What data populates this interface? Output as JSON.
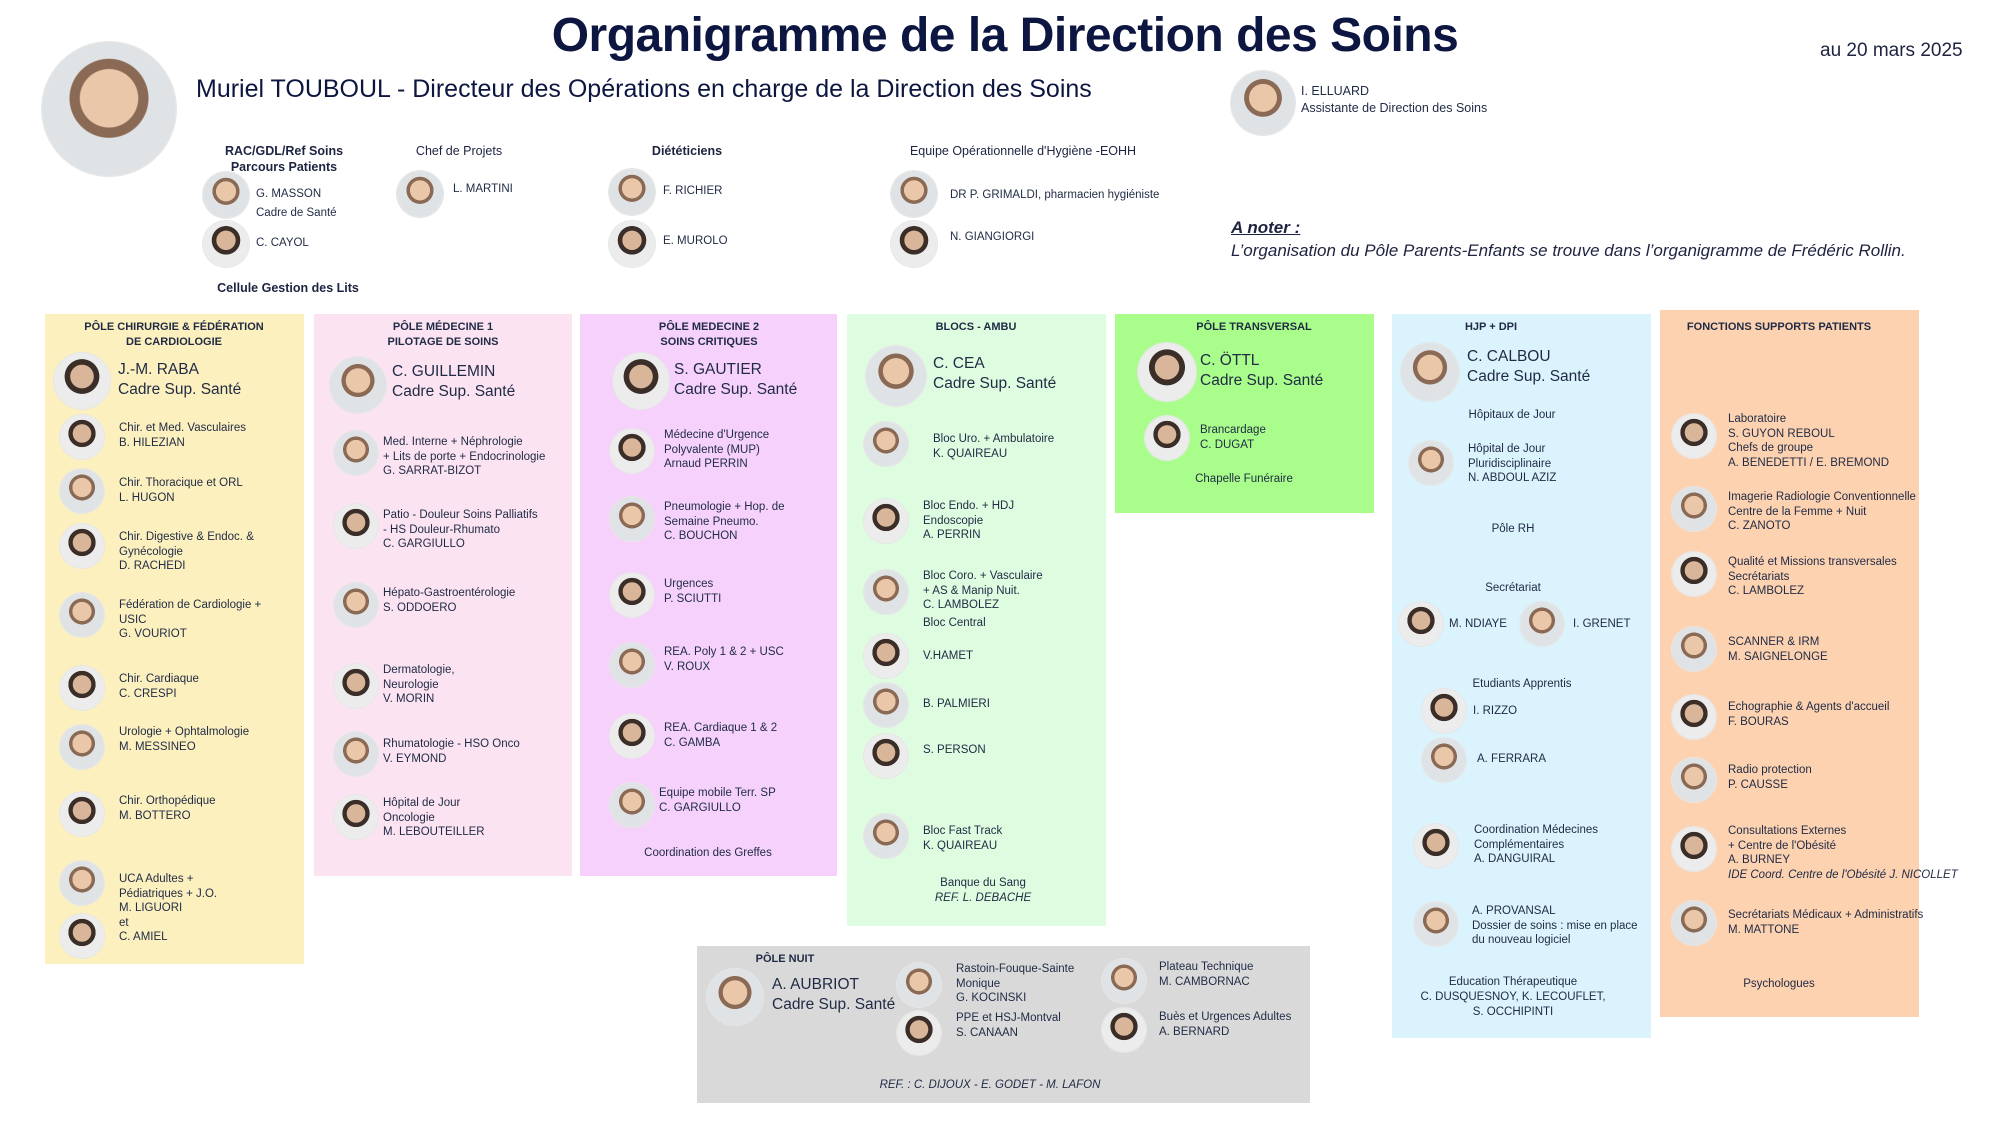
{
  "header": {
    "title": "Organigramme de la Direction des Soins",
    "date": "au 20 mars 2025",
    "director": "Muriel TOUBOUL - Directeur des Opérations en charge de la Direction des Soins",
    "assistant": {
      "name": "I. ELLUARD",
      "role": "Assistante de Direction des Soins"
    }
  },
  "note": {
    "title": "A noter :",
    "text": "L’organisation du Pôle Parents-Enfants se trouve dans l’organigramme de Frédéric Rollin."
  },
  "groups": [
    {
      "title_lines": [
        "RAC/GDL/Ref Soins",
        "Parcours Patients"
      ],
      "members": [
        {
          "lines": [
            "G. MASSON",
            "Cadre de Santé"
          ]
        },
        {
          "lines": [
            "C. CAYOL"
          ]
        }
      ],
      "footer": "Cellule Gestion des Lits"
    },
    {
      "title_lines": [
        "Chef de Projets"
      ],
      "members": [
        {
          "lines": [
            "L. MARTINI"
          ]
        }
      ]
    },
    {
      "title_lines": [
        "Diététiciens"
      ],
      "members": [
        {
          "lines": [
            "F. RICHIER"
          ]
        },
        {
          "lines": [
            "E. MUROLO"
          ]
        }
      ]
    },
    {
      "title_lines": [
        "Equipe Opérationnelle d'Hygiène -EOHH"
      ],
      "members": [
        {
          "lines": [
            "DR P. GRIMALDI, pharmacien hygiéniste"
          ]
        },
        {
          "lines": [
            "N. GIANGIORGI"
          ]
        }
      ]
    }
  ],
  "poles": [
    {
      "title_lines": [
        "PÔLE CHIRURGIE & FÉDÉRATION",
        "DE CARDIOLOGIE"
      ],
      "color": "#fdf0bf",
      "head": {
        "name": "J.-M. RABA",
        "role": "Cadre Sup. Santé"
      },
      "members": [
        {
          "lines": [
            "Chir. et Med. Vasculaires",
            "B. HILEZIAN"
          ]
        },
        {
          "lines": [
            "Chir. Thoracique et ORL",
            "L. HUGON"
          ]
        },
        {
          "lines": [
            "Chir. Digestive & Endoc. &",
            "Gynécologie",
            "D. RACHEDI"
          ]
        },
        {
          "lines": [
            "Fédération de Cardiologie +",
            "USIC",
            "G. VOURIOT"
          ]
        },
        {
          "lines": [
            "Chir. Cardiaque",
            "C. CRESPI"
          ]
        },
        {
          "lines": [
            "Urologie + Ophtalmologie",
            "M. MESSINEO"
          ]
        },
        {
          "lines": [
            "Chir. Orthopédique",
            "M. BOTTERO"
          ]
        },
        {
          "lines": [
            "UCA Adultes +",
            "Pédiatriques + J.O.",
            "M. LIGUORI",
            "et",
            "C. AMIEL"
          ]
        },
        {
          "lines": []
        }
      ],
      "labels": []
    },
    {
      "title_lines": [
        "PÔLE MÉDECINE 1",
        "PILOTAGE DE SOINS"
      ],
      "color": "#fbe3f2",
      "head": {
        "name": "C. GUILLEMIN",
        "role": "Cadre Sup. Santé"
      },
      "members": [
        {
          "lines": [
            "Med. Interne + Néphrologie",
            "+ Lits de porte + Endocrinologie",
            "G. SARRAT-BIZOT"
          ]
        },
        {
          "lines": [
            "Patio - Douleur Soins Palliatifs",
            "- HS Douleur-Rhumato",
            "C. GARGIULLO"
          ]
        },
        {
          "lines": [
            "Hépato-Gastroentérologie",
            "S. ODDOERO"
          ]
        },
        {
          "lines": [
            "Dermatologie,",
            "Neurologie",
            "V. MORIN"
          ]
        },
        {
          "lines": [
            "Rhumatologie - HSO Onco",
            "V. EYMOND"
          ]
        },
        {
          "lines": [
            "Hôpital de Jour",
            "Oncologie",
            "M. LEBOUTEILLER"
          ]
        }
      ],
      "labels": []
    },
    {
      "title_lines": [
        "PÔLE MEDECINE 2",
        "SOINS CRITIQUES"
      ],
      "color": "#f6d1fb",
      "head": {
        "name": "S. GAUTIER",
        "role": "Cadre Sup. Santé"
      },
      "members": [
        {
          "lines": [
            "Médecine d'Urgence",
            "Polyvalente (MUP)",
            "Arnaud PERRIN"
          ]
        },
        {
          "lines": [
            "Pneumologie + Hop. de",
            "Semaine Pneumo.",
            "C. BOUCHON"
          ]
        },
        {
          "lines": [
            "Urgences",
            "P. SCIUTTI"
          ]
        },
        {
          "lines": [
            "REA. Poly 1 & 2 + USC",
            "V. ROUX"
          ]
        },
        {
          "lines": [
            "REA. Cardiaque 1 & 2",
            "C. GAMBA"
          ]
        },
        {
          "lines": [
            "Equipe mobile Terr. SP",
            "C. GARGIULLO"
          ]
        }
      ],
      "labels": [
        {
          "lines": [
            "Coordination des Greffes"
          ]
        }
      ]
    },
    {
      "title_lines": [
        "BLOCS - AMBU"
      ],
      "color": "#defce0",
      "head": {
        "name": "C. CEA",
        "role": "Cadre Sup. Santé"
      },
      "members": [
        {
          "lines": [
            "Bloc Uro. + Ambulatoire",
            "K. QUAIREAU"
          ]
        },
        {
          "lines": [
            "Bloc Endo. + HDJ",
            "Endoscopie",
            "A. PERRIN"
          ]
        },
        {
          "lines": [
            "Bloc Coro. + Vasculaire",
            "+ AS & Manip Nuit.",
            "C. LAMBOLEZ"
          ]
        },
        {
          "lines": [
            "V.HAMET"
          ]
        },
        {
          "lines": [
            "B. PALMIERI"
          ]
        },
        {
          "lines": [
            "S. PERSON"
          ]
        },
        {
          "lines": [
            "Bloc Fast Track",
            "K. QUAIREAU"
          ]
        }
      ],
      "labels": [
        {
          "lines": [
            "Bloc Central"
          ]
        },
        {
          "lines": [
            "Banque du Sang",
            "REF.  L. DEBACHE"
          ]
        }
      ]
    },
    {
      "title_lines": [
        "PÔLE TRANSVERSAL"
      ],
      "color": "#a9fd8a",
      "head": {
        "name": "C. ÖTTL",
        "role": "Cadre Sup. Santé"
      },
      "members": [
        {
          "lines": [
            "Brancardage",
            "C. DUGAT"
          ]
        }
      ],
      "labels": [
        {
          "lines": [
            "Chapelle Funéraire"
          ]
        }
      ]
    },
    {
      "title_lines": [
        "HJP + DPI"
      ],
      "color": "#daf3fd",
      "head": {
        "name": "C. CALBOU",
        "role": "Cadre Sup. Santé"
      },
      "members": [
        {
          "lines": [
            "Hôpital de Jour",
            "Pluridisciplinaire",
            "N. ABDOUL AZIZ"
          ]
        },
        {
          "lines": [
            "M. NDIAYE"
          ]
        },
        {
          "lines": [
            "I. GRENET"
          ]
        },
        {
          "lines": [
            "I. RIZZO"
          ]
        },
        {
          "lines": [
            "A. FERRARA"
          ]
        },
        {
          "lines": [
            "Coordination  Médecines",
            "Complémentaires",
            "A. DANGUIRAL"
          ]
        },
        {
          "lines": [
            "A. PROVANSAL",
            "Dossier de soins : mise en place",
            "du nouveau logiciel"
          ]
        }
      ],
      "labels": [
        {
          "lines": [
            "Hôpitaux de Jour"
          ]
        },
        {
          "lines": [
            "Pôle RH"
          ]
        },
        {
          "lines": [
            "Secrétariat"
          ]
        },
        {
          "lines": [
            "Etudiants Apprentis"
          ]
        },
        {
          "lines": [
            "Education Thérapeutique",
            "C. DUSQUESNOY, K. LECOUFLET,",
            "S. OCCHIPINTI"
          ]
        }
      ]
    },
    {
      "title_lines": [
        "FONCTIONS SUPPORTS PATIENTS"
      ],
      "color": "#fdd2b1",
      "members": [
        {
          "lines": [
            "Laboratoire",
            "S. GUYON REBOUL",
            "Chefs de groupe",
            "A. BENEDETTI / E. BREMOND"
          ]
        },
        {
          "lines": [
            "Imagerie Radiologie Conventionnelle",
            "Centre de la Femme + Nuit",
            "C. ZANOTO"
          ]
        },
        {
          "lines": [
            "Qualité et Missions transversales",
            "Secrétariats",
            "C. LAMBOLEZ"
          ]
        },
        {
          "lines": [
            "SCANNER & IRM",
            "M. SAIGNELONGE"
          ]
        },
        {
          "lines": [
            "Echographie & Agents d'accueil",
            "F. BOURAS"
          ]
        },
        {
          "lines": [
            "Radio protection",
            "P. CAUSSE"
          ]
        },
        {
          "lines": [
            "Consultations Externes",
            "+ Centre de l'Obésité",
            "A. BURNEY",
            "IDE Coord. Centre de l'Obésité J. NICOLLET"
          ]
        },
        {
          "lines": [
            "Secrétariats Médicaux + Administratifs",
            "M. MATTONE"
          ]
        }
      ],
      "labels": [
        {
          "lines": [
            "Psychologues"
          ]
        }
      ]
    },
    {
      "title_lines": [
        "PÔLE NUIT"
      ],
      "color": "#d9d9d9",
      "head": {
        "name": "A. AUBRIOT",
        "role": "Cadre Sup. Santé"
      },
      "members": [
        {
          "lines": [
            "Rastoin-Fouque-Sainte",
            "Monique",
            "G. KOCINSKI"
          ]
        },
        {
          "lines": [
            "PPE et HSJ-Montval",
            "S. CANAAN"
          ]
        },
        {
          "lines": [
            "Plateau Technique",
            "M. CAMBORNAC"
          ]
        },
        {
          "lines": [
            "Buès et Urgences Adultes",
            "A. BERNARD"
          ]
        }
      ],
      "labels": [
        {
          "lines": [
            "REF. : C. DIJOUX - E. GODET - M. LAFON"
          ]
        }
      ]
    }
  ]
}
